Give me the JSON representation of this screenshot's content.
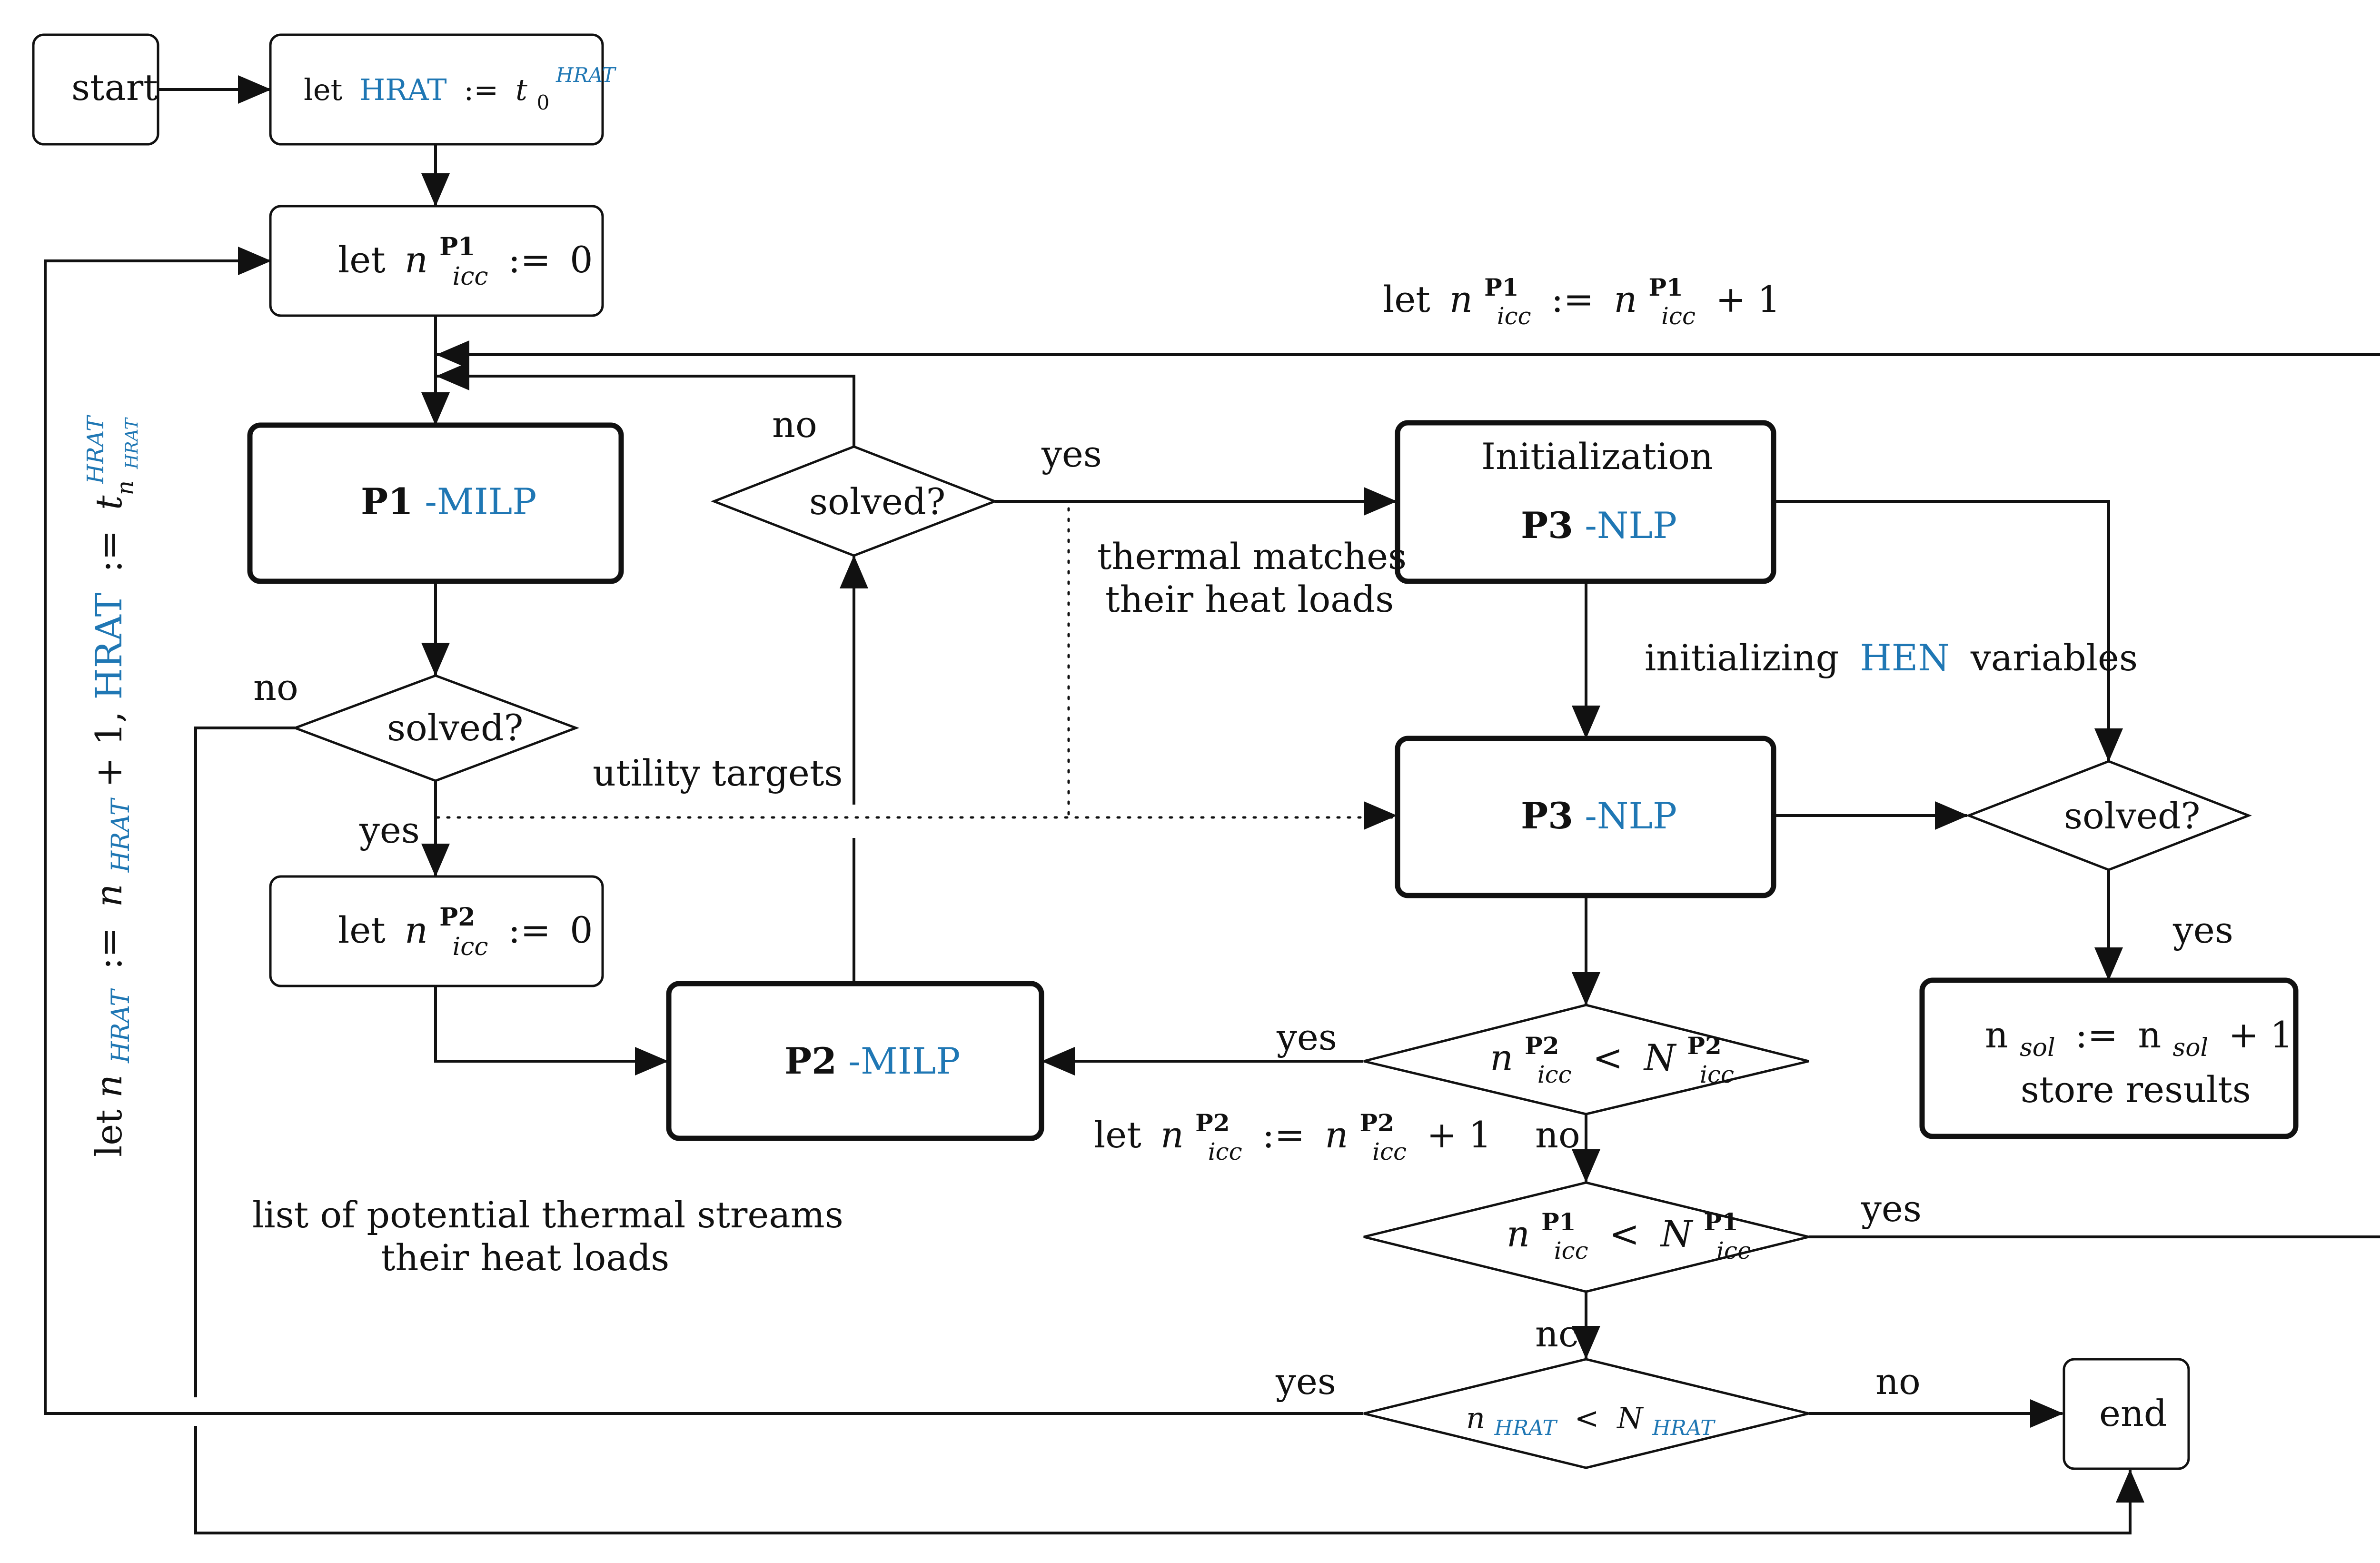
{
  "colors": {
    "accent": "#1f77b4",
    "ink": "#111111",
    "background": "#ffffff"
  },
  "nodes": {
    "start": "start",
    "end": "end",
    "let_word": "let",
    "assign": ":=",
    "hrat": "HRAT",
    "t": "t",
    "t_sub_0": "0",
    "t_sup_hrat": "HRAT",
    "n": "n",
    "sub_icc": "icc",
    "sup_p1": "P1",
    "sup_p2": "P2",
    "zero": "0",
    "p1": "P1",
    "p2": "P2",
    "p3": "P3",
    "milp": "-MILP",
    "nlp": "-NLP",
    "initialization": "Initialization",
    "solved": "solved?",
    "less_than": "<",
    "N": "N",
    "nsol": "n",
    "sub_sol": "sol",
    "plus_one": "+ 1",
    "store_results": "store results",
    "n_hrat_sub": "HRAT"
  },
  "labels": {
    "yes": "yes",
    "no": "no",
    "no_cut": "nc",
    "utility_targets": "utility targets",
    "thermal_matches": "thermal matches",
    "their_heat_loads": "their heat loads",
    "initializing": "initializing",
    "hen": "HEN",
    "variables": "variables",
    "potential_streams": "list of potential thermal streams",
    "left_rotated_prefix": "let ",
    "left_rotated_mid": " + 1, ",
    "left_rotated_t": "t"
  }
}
